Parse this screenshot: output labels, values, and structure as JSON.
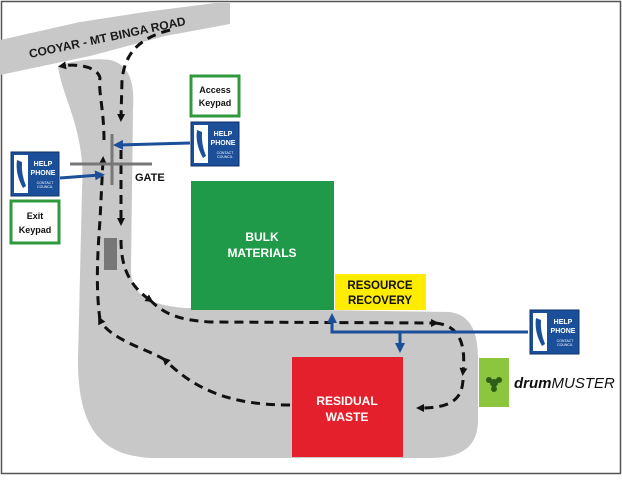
{
  "road_name": "COOYAR - MT BINGA ROAD",
  "gate_label": "GATE",
  "access_keypad": {
    "line1": "Access",
    "line2": "Keypad"
  },
  "exit_keypad": {
    "line1": "Exit",
    "line2": "Keypad"
  },
  "help_phone": {
    "line1": "HELP",
    "line2": "PHONE",
    "small1": "CONTACT",
    "small2": "COUNCIL"
  },
  "bulk_materials": {
    "line1": "BULK",
    "line2": "MATERIALS"
  },
  "resource_recovery": {
    "line1": "RESOURCE",
    "line2": "RECOVERY"
  },
  "residual_waste": {
    "line1": "RESIDUAL",
    "line2": "WASTE"
  },
  "drummuster": {
    "part1": "drum",
    "part2": "MUSTER"
  },
  "colors": {
    "road": "#c8c8c8",
    "bulk_materials": "#1f9a48",
    "resource_recovery": "#ffec00",
    "residual_waste": "#e3202b",
    "help_phone": "#1b4f99",
    "keypad_border": "#2e9a3c",
    "drummuster_green": "#8cc63f",
    "flow_arrow": "#1b4f99"
  }
}
